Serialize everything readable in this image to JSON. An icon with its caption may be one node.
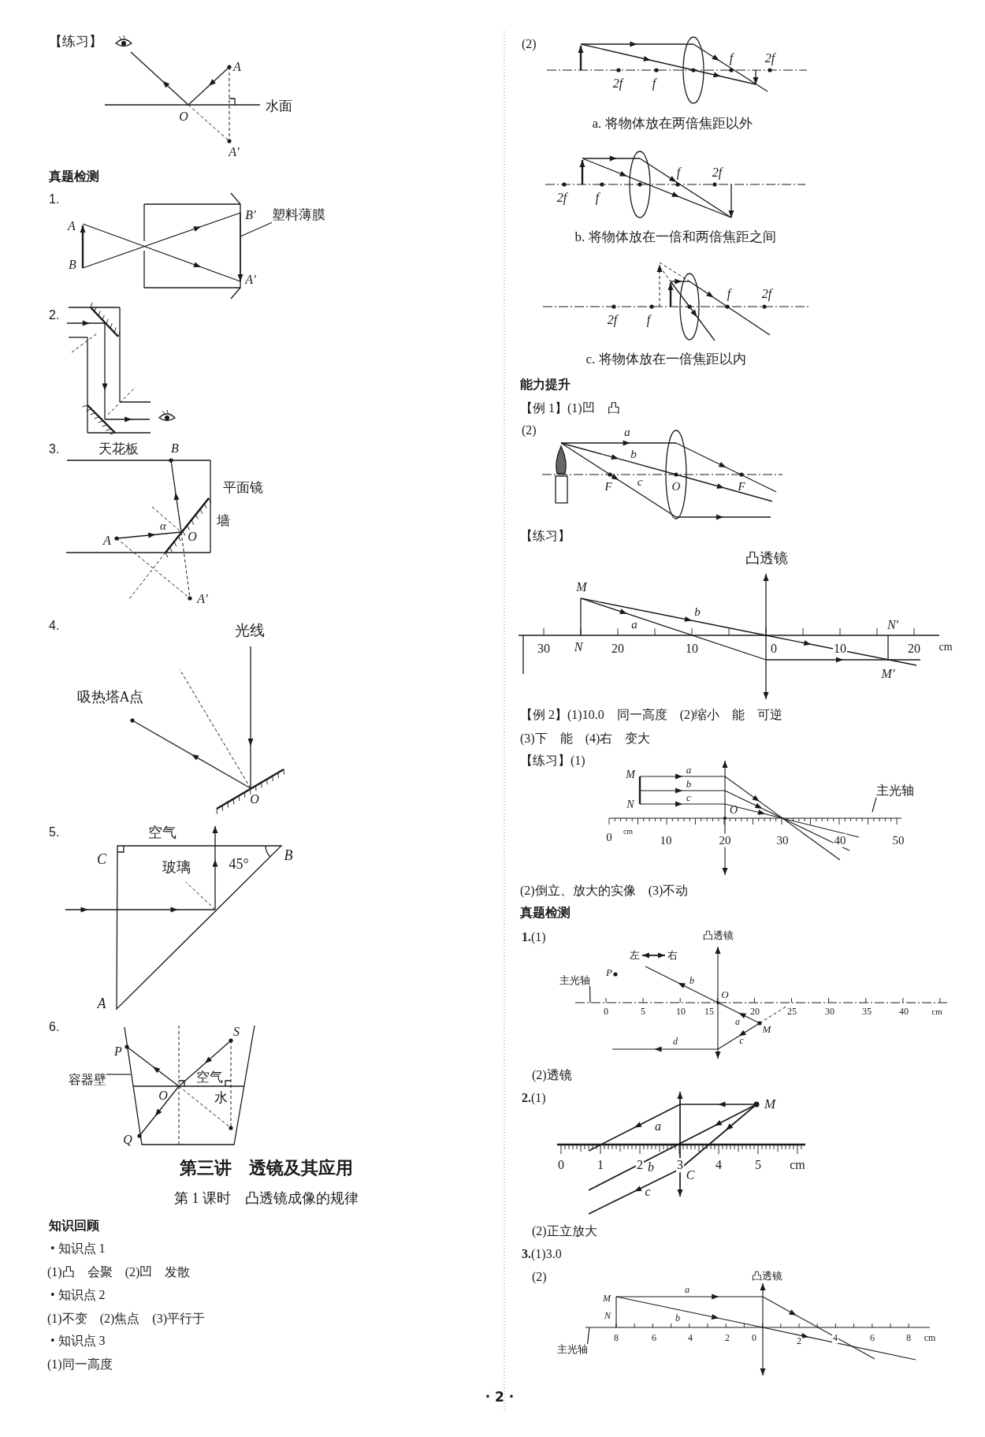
{
  "diagram": {
    "nodes": [
      {
        "text": [
          "塑料薄膜"
        ]
      },
      {
        "text": [
          "容器壁"
        ]
      },
      {
        "text": [
          "主光轴"
        ]
      },
      {
        "text": [
          "主光轴"
        ]
      },
      {
        "text": [
          "主光轴"
        ]
      }
    ],
    "edges": [
      {
        "from": 0,
        "to": null,
        "arrow": "none"
      },
      {
        "from": 1,
        "to": null,
        "arrow": "none"
      },
      {
        "from": 2,
        "to": null,
        "arrow": "none"
      },
      {
        "from": 3,
        "to": null,
        "arrow": "none"
      },
      {
        "from": 4,
        "to": null,
        "arrow": "none"
      }
    ],
    "labels": [
      "【练习】",
      "A",
      "水面",
      "O",
      "A′",
      "真题检测",
      "1.",
      "A",
      "B′",
      "B",
      "A′",
      "2.",
      "3.",
      "天花板",
      "B",
      "平面镜",
      "墙",
      "α",
      "A",
      "O",
      "A′",
      "4.",
      "光线",
      "吸热塔A点",
      "O",
      "5.",
      "空气",
      "C",
      "B",
      "玻璃",
      "45°",
      "A",
      "6.",
      "S",
      "P",
      "空气",
      "O",
      "水",
      "Q",
      "第三讲　透镜及其应用",
      "第 1 课时　凸透镜成像的规律",
      "知识回顾",
      "• 知识点 1",
      "(1)凸　会聚　(2)凹　发散",
      "• 知识点 2",
      "(1)不变　(2)焦点　(3)平行于",
      "• 知识点 3",
      "(1)同一高度",
      "(2)",
      "f",
      "2f",
      "2f",
      "f",
      "a. 将物体放在两倍焦距以外",
      "f",
      "2f",
      "2f",
      "f",
      "b. 将物体放在一倍和两倍焦距之间",
      "f",
      "2f",
      "2f",
      "f",
      "c. 将物体放在一倍焦距以内",
      "能力提升",
      "【例 1】(1)凹　凸",
      "(2)",
      "a",
      "b",
      "c",
      "F",
      "O",
      "F",
      "【练习】",
      "凸透镜",
      "M",
      "b",
      "a",
      "N′",
      "30",
      "N",
      "20",
      "10",
      "0",
      "10",
      "20",
      "cm",
      "M′",
      "【例 2】(1)10.0　同一高度　(2)缩小　能　可逆",
      "(3)下　能　(4)右　变大",
      "【练习】(1)",
      "a",
      "M",
      "b",
      "c",
      "N",
      "O",
      "0",
      "cm",
      "10",
      "20",
      "30",
      "40",
      "50",
      "(2)倒立、放大的实像　(3)不动",
      "真题检测",
      "**1.**(1)",
      "凸透镜",
      "左",
      "右",
      "P",
      "b",
      "O",
      "0",
      "5",
      "10",
      "15",
      "20",
      "25",
      "30",
      "35",
      "40",
      "cm",
      "a",
      "M",
      "c",
      "d",
      "(2)透镜",
      "**2.**(1)",
      "M",
      "a",
      "0",
      "1",
      "2",
      "3",
      "4",
      "5",
      "cm",
      "b",
      "C",
      "c",
      "(2)正立放大",
      "**3.**(1)3.0",
      "(2)",
      "凸透镜",
      "a",
      "M",
      "N",
      "b",
      "8",
      "6",
      "4",
      "2",
      "0",
      "2",
      "4",
      "6",
      "8",
      "cm",
      "· 2 ·"
    ]
  }
}
